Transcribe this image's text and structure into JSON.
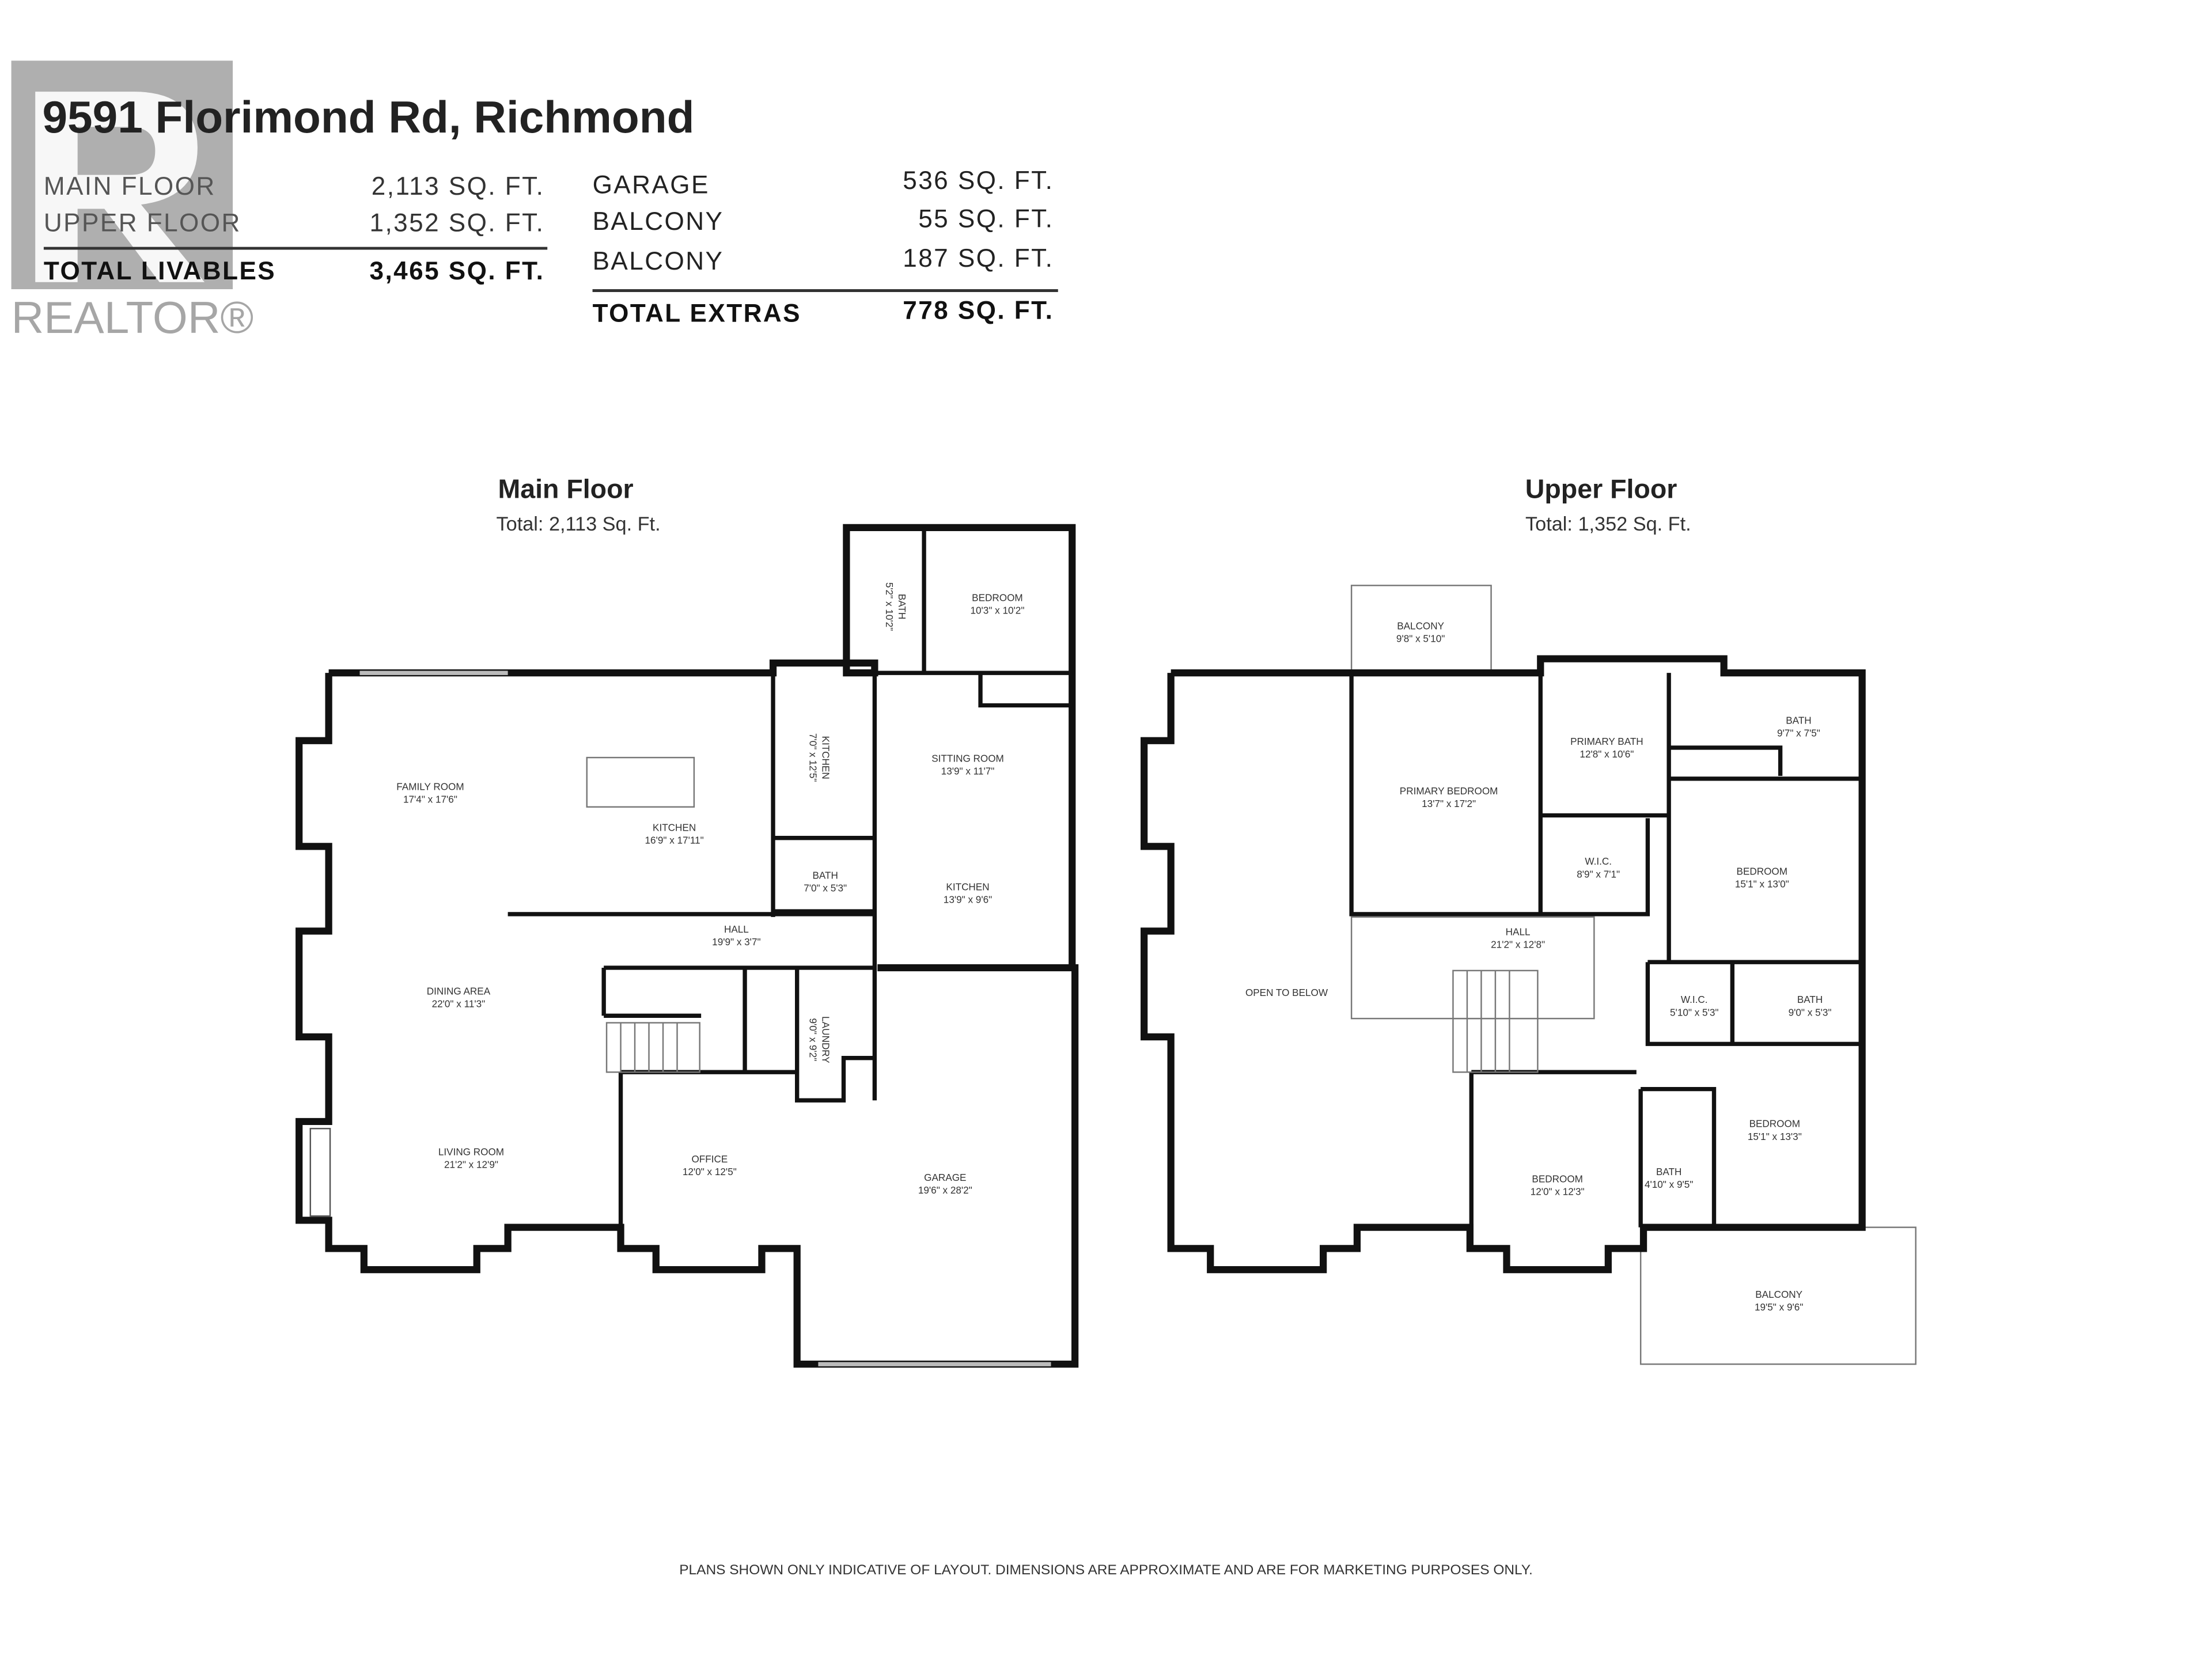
{
  "header": {
    "title": "9591 Florimond Rd, Richmond",
    "livables": [
      {
        "label": "MAIN FLOOR",
        "value": "2,113 SQ. FT."
      },
      {
        "label": "UPPER FLOOR",
        "value": "1,352 SQ. FT."
      }
    ],
    "total_livables": {
      "label": "TOTAL LIVABLES",
      "value": "3,465 SQ. FT."
    },
    "extras": [
      {
        "label": "GARAGE",
        "value": "536 SQ. FT."
      },
      {
        "label": "BALCONY",
        "value": "55 SQ. FT."
      },
      {
        "label": "BALCONY",
        "value": "187 SQ. FT."
      }
    ],
    "total_extras": {
      "label": "TOTAL EXTRAS",
      "value": "778 SQ. FT."
    }
  },
  "watermark": {
    "logo_letter": "R",
    "text": "REALTOR®",
    "color": "#a6a6a6"
  },
  "main_floor": {
    "title": "Main Floor",
    "total": "Total: 2,113 Sq. Ft.",
    "rooms": [
      {
        "name": "FAMILY ROOM",
        "dims": "17'4\" x 17'6\""
      },
      {
        "name": "KITCHEN",
        "dims": "16'9\" x 17'11\""
      },
      {
        "name": "KITCHEN",
        "dims": "7'0\" x 12'5\""
      },
      {
        "name": "SITTING ROOM",
        "dims": "13'9\" x 11'7\""
      },
      {
        "name": "BATH",
        "dims": "5'2\" x 10'2\""
      },
      {
        "name": "BEDROOM",
        "dims": "10'3\" x 10'2\""
      },
      {
        "name": "BATH",
        "dims": "7'0\" x 5'3\""
      },
      {
        "name": "KITCHEN",
        "dims": "13'9\" x 9'6\""
      },
      {
        "name": "HALL",
        "dims": "19'9\" x 3'7\""
      },
      {
        "name": "DINING AREA",
        "dims": "22'0\" x 11'3\""
      },
      {
        "name": "LAUNDRY",
        "dims": "9'0\" x 9'2\""
      },
      {
        "name": "LIVING ROOM",
        "dims": "21'2\" x 12'9\""
      },
      {
        "name": "OFFICE",
        "dims": "12'0\" x 12'5\""
      },
      {
        "name": "GARAGE",
        "dims": "19'6\" x 28'2\""
      }
    ]
  },
  "upper_floor": {
    "title": "Upper Floor",
    "total": "Total: 1,352 Sq. Ft.",
    "rooms": [
      {
        "name": "BALCONY",
        "dims": "9'8\" x 5'10\""
      },
      {
        "name": "PRIMARY BEDROOM",
        "dims": "13'7\" x 17'2\""
      },
      {
        "name": "PRIMARY BATH",
        "dims": "12'8\" x 10'6\""
      },
      {
        "name": "BATH",
        "dims": "9'7\" x 7'5\""
      },
      {
        "name": "W.I.C.",
        "dims": "8'9\" x 7'1\""
      },
      {
        "name": "BEDROOM",
        "dims": "15'1\" x 13'0\""
      },
      {
        "name": "HALL",
        "dims": "21'2\" x 12'8\""
      },
      {
        "name": "OPEN TO BELOW",
        "dims": ""
      },
      {
        "name": "W.I.C.",
        "dims": "5'10\" x 5'3\""
      },
      {
        "name": "BATH",
        "dims": "9'0\" x 5'3\""
      },
      {
        "name": "BEDROOM",
        "dims": "15'1\" x 13'3\""
      },
      {
        "name": "BATH",
        "dims": "4'10\" x 9'5\""
      },
      {
        "name": "BEDROOM",
        "dims": "12'0\" x 12'3\""
      },
      {
        "name": "BALCONY",
        "dims": "19'5\" x 9'6\""
      }
    ]
  },
  "footer": {
    "disclaimer": "PLANS SHOWN ONLY INDICATIVE OF LAYOUT. DIMENSIONS ARE APPROXIMATE AND ARE FOR MARKETING PURPOSES ONLY."
  }
}
